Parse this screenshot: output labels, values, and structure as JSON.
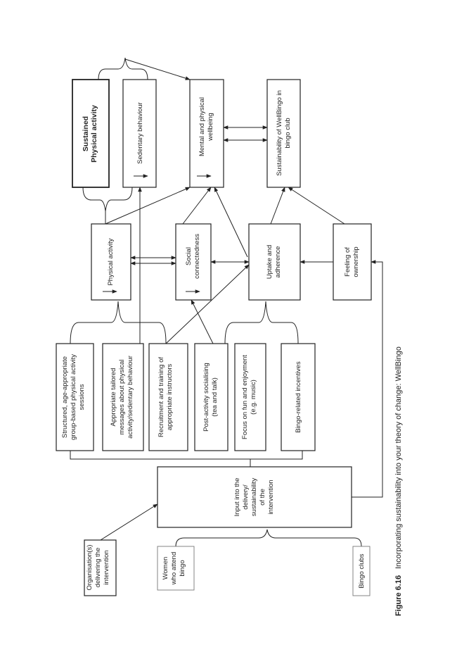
{
  "figure": {
    "label": "Figure 6.16",
    "caption": "Incorporating sustainability into your theory of change: WellBingo"
  },
  "boxes": {
    "sustained_pa": [
      "Sustained",
      "Physical activity"
    ],
    "sedentary": [
      "Sedentary behaviour"
    ],
    "mental_wellbeing": [
      "Mental and physical",
      "wellbeing"
    ],
    "sustainability_club": [
      "Sustainability of WellBingo in",
      "bingo club"
    ],
    "physical_activity": [
      "Physical activity"
    ],
    "social_connectedness": [
      "Social",
      "connectedness"
    ],
    "uptake_adherence": [
      "Uptake and",
      "adherence"
    ],
    "feeling_ownership": [
      "Feeling of",
      "ownership"
    ],
    "structured_sessions": [
      "Structured, age-appropriate",
      "group-based physical activity",
      "sessions"
    ],
    "tailored_messages": [
      "Appropriate tailored",
      "messages about physical",
      "activity/sedentary behaviour"
    ],
    "recruitment_training": [
      "Recruitment and training of",
      "appropriate instructors"
    ],
    "post_activity": [
      "Post-activity socialising",
      "(tea and talk)"
    ],
    "fun_enjoyment": [
      "Focus on fun and enjoyment",
      "(e.g. music)"
    ],
    "bingo_incentives": [
      "Bingo-related incentives"
    ],
    "input_delivery": [
      "Input into the",
      "delivery/",
      "sustainability",
      "of the",
      "intervention"
    ],
    "organisations": [
      "Organisation(s)",
      "delivering the",
      "intervention"
    ],
    "women": [
      "Women",
      "who attend",
      "bingo"
    ],
    "bingo_clubs": [
      "Bingo clubs"
    ]
  }
}
